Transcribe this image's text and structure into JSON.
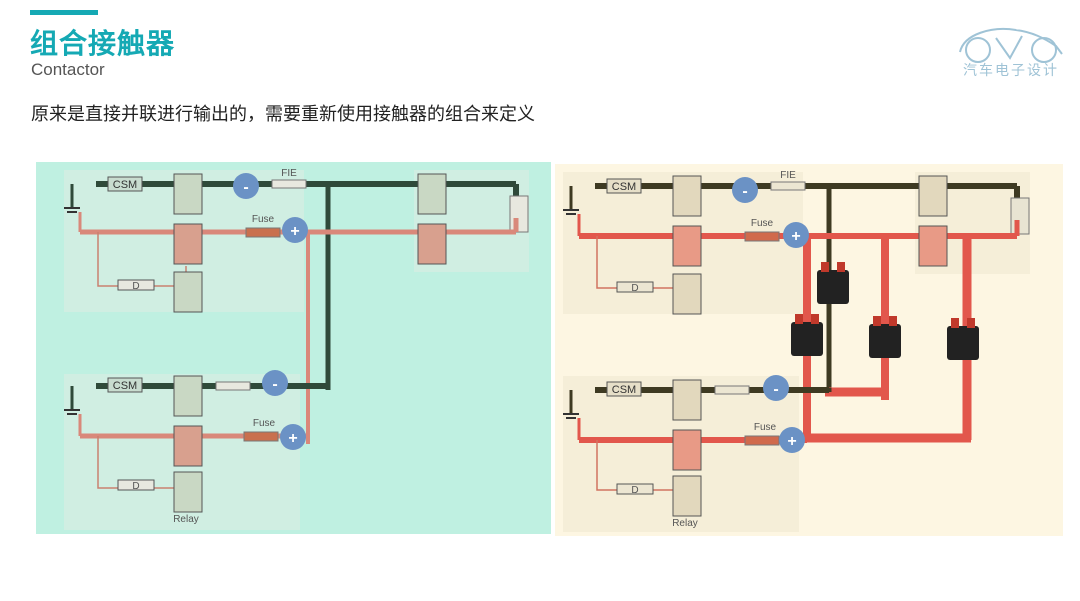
{
  "header": {
    "title": "组合接触器",
    "subtitle": "Contactor",
    "description": "原来是直接并联进行输出的，需要重新使用接触器的组合来定义"
  },
  "logo": {
    "text": "汽车电子设计",
    "icon": "car-outline-icon"
  },
  "diagrams": {
    "left": {
      "background": "#bff0e1",
      "labels": {
        "csm": "CSM",
        "fuse": "Fuse",
        "fuse_top": "FIE",
        "relay": "Relay",
        "minus": "-",
        "plus": "+",
        "d": "D"
      }
    },
    "right": {
      "background": "#fdf6e2",
      "labels": {
        "csm": "CSM",
        "fuse": "Fuse",
        "fuse_top": "FIE",
        "relay": "Relay",
        "minus": "-",
        "plus": "+",
        "d": "D"
      }
    }
  },
  "colors": {
    "accent": "#15a9b4",
    "wire_dark": "#2f4a3a",
    "wire_red": "#e2574c",
    "wire_red_light": "#d9887a",
    "terminal": "#6b92c5"
  }
}
